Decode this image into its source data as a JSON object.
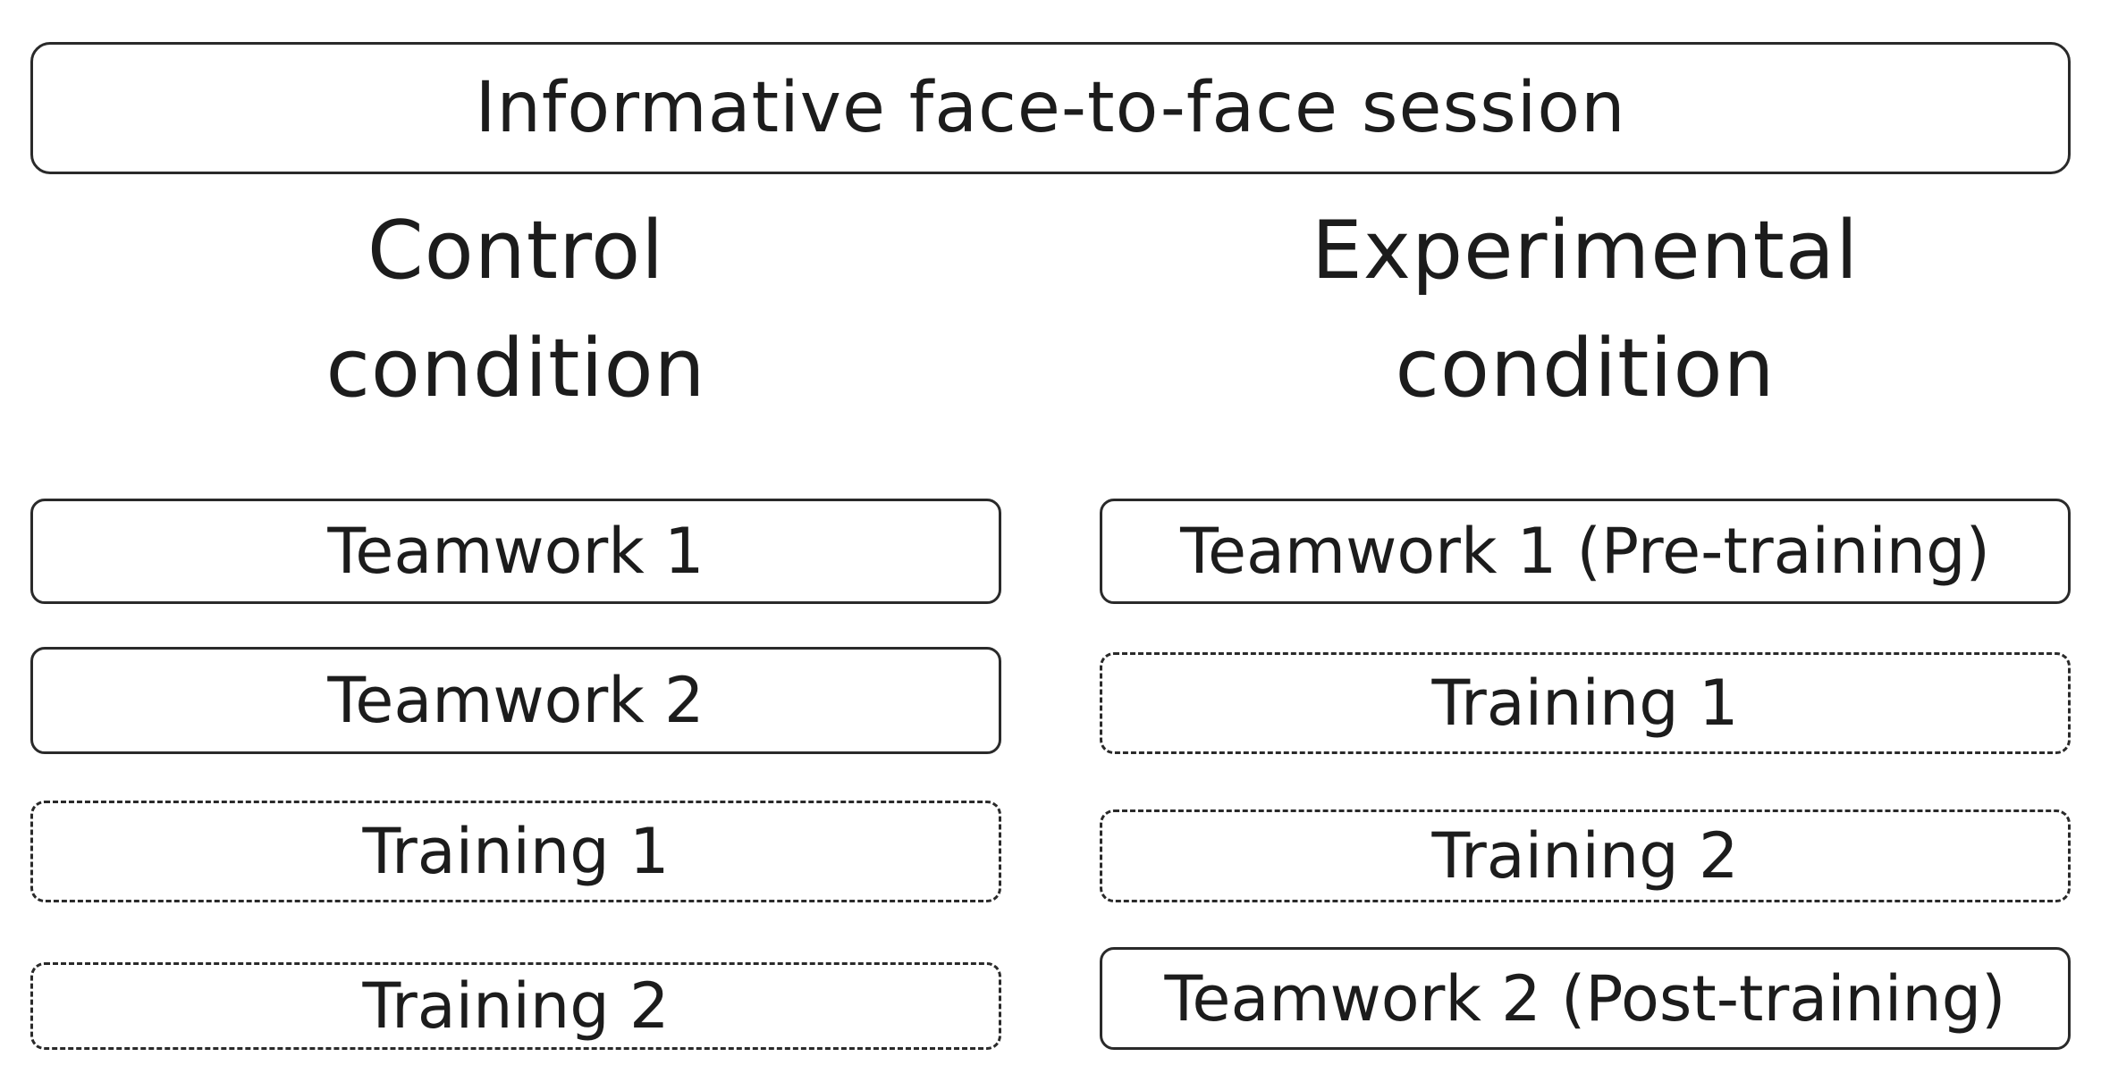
{
  "top_box": {
    "label": "Informative face-to-face session"
  },
  "columns": [
    {
      "heading_lines": [
        "Control",
        "condition"
      ],
      "steps": [
        {
          "label": "Teamwork 1",
          "style": "solid"
        },
        {
          "label": "Teamwork 2",
          "style": "solid"
        },
        {
          "label": "Training 1",
          "style": "dashed"
        },
        {
          "label": "Training 2",
          "style": "dashed"
        }
      ]
    },
    {
      "heading_lines": [
        "Experimental",
        "condition"
      ],
      "steps": [
        {
          "label": "Teamwork 1 (Pre-training)",
          "style": "solid"
        },
        {
          "label": "Training 1",
          "style": "dashed"
        },
        {
          "label": "Training 2",
          "style": "dashed"
        },
        {
          "label": "Teamwork 2 (Post-training)",
          "style": "solid"
        }
      ]
    }
  ]
}
